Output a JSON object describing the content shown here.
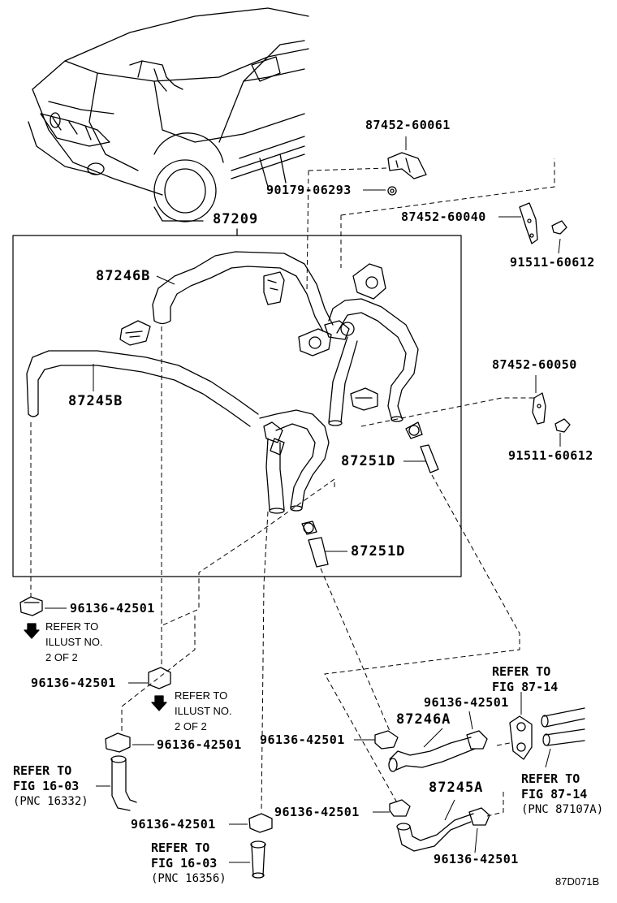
{
  "parts": {
    "p87209": "87209",
    "p87246B": "87246B",
    "p87245B": "87245B",
    "p87251D_a": "87251D",
    "p87251D_b": "87251D",
    "p87452_60061": "87452-60061",
    "p90179_06293": "90179-06293",
    "p87452_60040": "87452-60040",
    "p91511_60612_a": "91511-60612",
    "p87452_60050": "87452-60050",
    "p91511_60612_b": "91511-60612",
    "p96136_a": "96136-42501",
    "p96136_b": "96136-42501",
    "p96136_c": "96136-42501",
    "p96136_d": "96136-42501",
    "p96136_e": "96136-42501",
    "p96136_f": "96136-42501",
    "p96136_g": "96136-42501",
    "p96136_h": "96136-42501",
    "p87246A": "87246A",
    "p87245A": "87245A"
  },
  "illust_notes": {
    "note1": [
      "REFER TO",
      "ILLUST NO.",
      "2 OF 2"
    ],
    "note2": [
      "REFER TO",
      "ILLUST NO.",
      "2 OF 2"
    ]
  },
  "refer_notes": {
    "fig1603_a": [
      "REFER TO",
      "FIG 16-03",
      "(PNC 16332)"
    ],
    "fig1603_b": [
      "REFER TO",
      "FIG 16-03",
      "(PNC 16356)"
    ],
    "fig8714_top": [
      "REFER TO",
      "FIG 87-14"
    ],
    "fig8714_bottom": [
      "REFER TO",
      "FIG 87-14",
      "(PNC 87107A)"
    ]
  },
  "diagram_code": "87D071B"
}
